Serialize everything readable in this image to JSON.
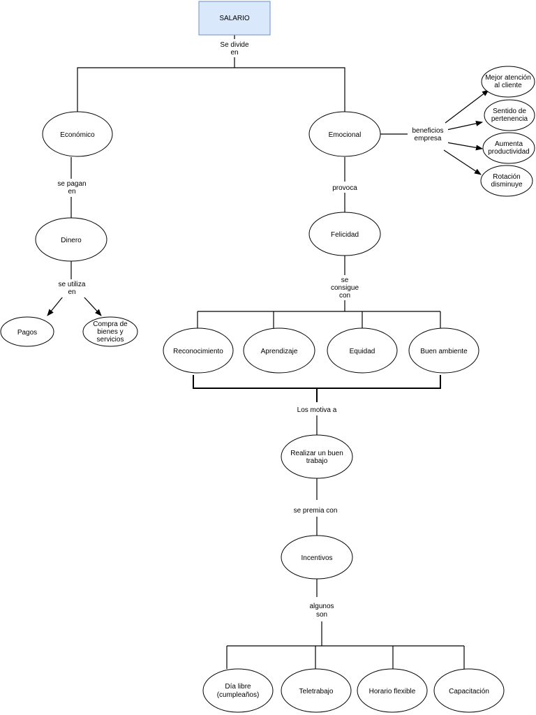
{
  "colors": {
    "root_fill": "#dae8fc",
    "root_stroke": "#6c8ebf",
    "line": "#000000"
  },
  "root": "SALARIO",
  "nodes": {
    "economico": "Económico",
    "emocional": "Emocional",
    "dinero": "Dinero",
    "pagos": "Pagos",
    "compra": [
      "Compra de",
      "bienes y",
      "servicios"
    ],
    "mejor_atencion": [
      "Mejor atención",
      "al cliente"
    ],
    "sentido": [
      "Sentido de",
      "pertenencia"
    ],
    "aumenta": [
      "Aumenta",
      "productividad"
    ],
    "rotacion": [
      "Rotación",
      "disminuye"
    ],
    "felicidad": "Felicidad",
    "reconocimiento": "Reconocimiento",
    "aprendizaje": "Aprendizaje",
    "equidad": "Equidad",
    "buen_ambiente": "Buen ambiente",
    "realizar": [
      "Realizar un buen",
      "trabajo"
    ],
    "incentivos": "Incentivos",
    "dia_libre": [
      "Día libre",
      "(cumpleaños)"
    ],
    "teletrabajo": "Teletrabajo",
    "horario": "Horario flexible",
    "capacitacion": "Capacitación"
  },
  "edge_labels": {
    "se_divide": [
      "Se divide",
      "en"
    ],
    "se_pagan": [
      "se pagan",
      "en"
    ],
    "se_utiliza": [
      "se utiliza",
      "en"
    ],
    "beneficios": [
      "beneficios",
      "empresa"
    ],
    "provoca": "provoca",
    "se_consigue": [
      "se",
      "consigue",
      "con"
    ],
    "los_motiva": "Los motiva a",
    "se_premia": "se premia con",
    "algunos_son": [
      "algunos",
      "son"
    ]
  }
}
